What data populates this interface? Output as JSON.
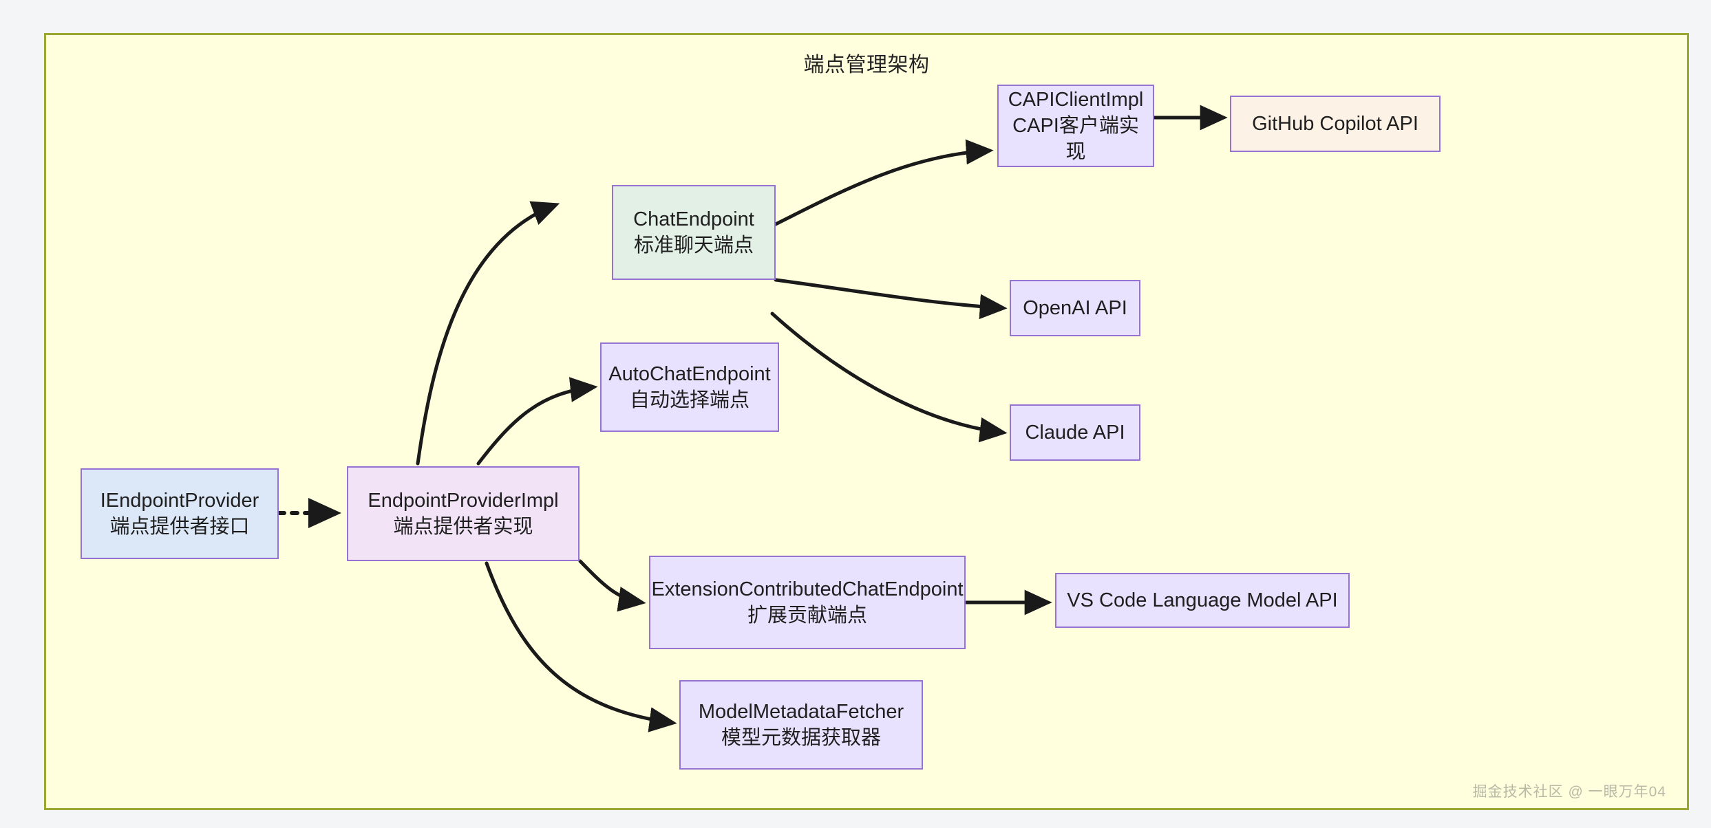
{
  "diagram": {
    "title": "端点管理架构",
    "watermark": "掘金技术社区 @ 一眼万年04",
    "frame_fill": "#ffffdd",
    "frame_border": "#9aa832",
    "page_background": "#f4f5f7",
    "edge_color": "#1a1a1a"
  },
  "nodes": {
    "iendpointprovider": {
      "title": "IEndpointProvider",
      "subtitle": "端点提供者接口",
      "fill": "#dce8f7",
      "border": "#9673d3"
    },
    "endpointproviderimpl": {
      "title": "EndpointProviderImpl",
      "subtitle": "端点提供者实现",
      "fill": "#f2e3f7",
      "border": "#9673d3"
    },
    "chatendpoint": {
      "title": "ChatEndpoint",
      "subtitle": "标准聊天端点",
      "fill": "#e2f0e6",
      "border": "#9673d3"
    },
    "capiclientimpl": {
      "title": "CAPIClientImpl",
      "subtitle": "CAPI客户端实现",
      "fill": "#e8e2ff",
      "border": "#9673d3"
    },
    "github_copilot_api": {
      "title": "GitHub Copilot API",
      "subtitle": "",
      "fill": "#fcf2e6",
      "border": "#9673d3"
    },
    "openai_api": {
      "title": "OpenAI API",
      "subtitle": "",
      "fill": "#e8e2ff",
      "border": "#9673d3"
    },
    "claude_api": {
      "title": "Claude API",
      "subtitle": "",
      "fill": "#e8e2ff",
      "border": "#9673d3"
    },
    "autochatendpoint": {
      "title": "AutoChatEndpoint",
      "subtitle": "自动选择端点",
      "fill": "#e8e2ff",
      "border": "#9673d3"
    },
    "extensioncontributedchatendpoint": {
      "title": "ExtensionContributedChatEndpoint",
      "subtitle": "扩展贡献端点",
      "fill": "#e8e2ff",
      "border": "#9673d3"
    },
    "vscode_lm_api": {
      "title": "VS Code Language Model API",
      "subtitle": "",
      "fill": "#e8e2ff",
      "border": "#9673d3"
    },
    "modelmetadatafetcher": {
      "title": "ModelMetadataFetcher",
      "subtitle": "模型元数据获取器",
      "fill": "#e8e2ff",
      "border": "#9673d3"
    }
  },
  "edges": [
    {
      "from": "iendpointprovider",
      "to": "endpointproviderimpl",
      "style": "dotted",
      "label": ""
    },
    {
      "from": "endpointproviderimpl",
      "to": "chatendpoint",
      "style": "solid",
      "label": ""
    },
    {
      "from": "endpointproviderimpl",
      "to": "autochatendpoint",
      "style": "solid",
      "label": ""
    },
    {
      "from": "endpointproviderimpl",
      "to": "extensioncontributedchatendpoint",
      "style": "solid",
      "label": ""
    },
    {
      "from": "endpointproviderimpl",
      "to": "modelmetadatafetcher",
      "style": "solid",
      "label": ""
    },
    {
      "from": "chatendpoint",
      "to": "capiclientimpl",
      "style": "solid",
      "label": ""
    },
    {
      "from": "chatendpoint",
      "to": "openai_api",
      "style": "solid",
      "label": ""
    },
    {
      "from": "chatendpoint",
      "to": "claude_api",
      "style": "solid",
      "label": ""
    },
    {
      "from": "capiclientimpl",
      "to": "github_copilot_api",
      "style": "solid",
      "label": ""
    },
    {
      "from": "extensioncontributedchatendpoint",
      "to": "vscode_lm_api",
      "style": "solid",
      "label": ""
    }
  ]
}
